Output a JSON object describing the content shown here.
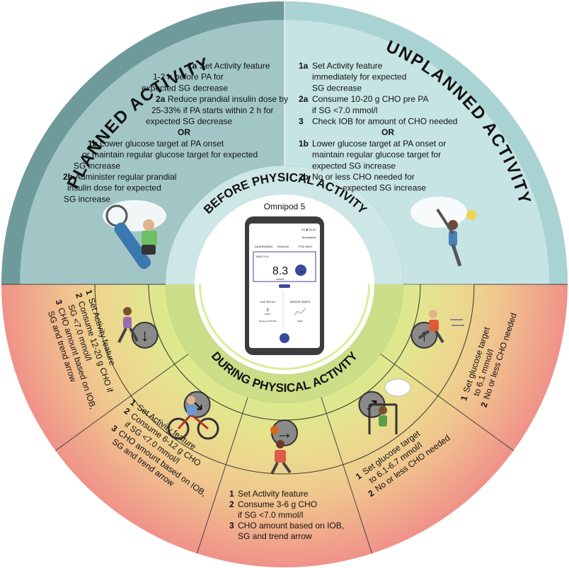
{
  "headers": {
    "planned": "PLANNED ACTIVITY",
    "unplanned": "UNPLANNED ACTIVITY",
    "before": "BEFORE PHYSICAL ACTIVITY",
    "during": "DURING PHYSICAL ACTIVITY"
  },
  "planned_lines": [
    {
      "num": "1a",
      "text": "Set Activity feature",
      "bold": false
    },
    {
      "num": "",
      "text": "1-2 h before PA for",
      "bold": false
    },
    {
      "num": "",
      "text": "expected SG decrease",
      "bold": false
    },
    {
      "num": "2a",
      "text": "Reduce prandial insulin dose by",
      "bold": false
    },
    {
      "num": "",
      "text": "25-33% if PA starts within 2 h for",
      "bold": false
    },
    {
      "num": "",
      "text": "expected SG decrease",
      "bold": false
    },
    {
      "num": "",
      "text": "OR",
      "bold": true
    },
    {
      "num": "1b",
      "text": "Lower glucose target at PA onset",
      "bold": false
    },
    {
      "num": "",
      "text": "or maintain regular glucose target for expected",
      "bold": false
    },
    {
      "num": "",
      "text": "SG increase",
      "bold": false
    },
    {
      "num": "2b",
      "text": "Administer regular prandial",
      "bold": false
    },
    {
      "num": "",
      "text": "insulin dose for expected",
      "bold": false
    },
    {
      "num": "",
      "text": "SG increase",
      "bold": false
    }
  ],
  "unplanned_lines": [
    {
      "num": "1a",
      "text": "Set Activity feature",
      "bold": false
    },
    {
      "num": "",
      "text": "immediately for expected",
      "bold": false
    },
    {
      "num": "",
      "text": "SG decrease",
      "bold": false
    },
    {
      "num": "2a",
      "text": "Consume 10-20 g CHO pre PA",
      "bold": false
    },
    {
      "num": "",
      "text": "if SG <7.0 mmol/l",
      "bold": false
    },
    {
      "num": "3",
      "text": "Check IOB for amount of CHO needed",
      "bold": false
    },
    {
      "num": "",
      "text": "OR",
      "bold": true
    },
    {
      "num": "1b",
      "text": "Lower glucose target at PA onset or",
      "bold": false
    },
    {
      "num": "",
      "text": "maintain regular glucose target for",
      "bold": false
    },
    {
      "num": "",
      "text": "expected SG increase",
      "bold": false
    },
    {
      "num": "2b",
      "text": "No or less CHO needed for",
      "bold": false
    },
    {
      "num": "",
      "text": "expected SG increase",
      "bold": false
    }
  ],
  "during_sectors": [
    {
      "id": "falling-fast",
      "lines": [
        {
          "num": "1",
          "text": "Set Activity feature"
        },
        {
          "num": "2",
          "text": "Consume 12-20 g CHO if"
        },
        {
          "num": "",
          "text": "SG <7.0 mmol/l"
        },
        {
          "num": "3",
          "text": "CHO amount based on IOB,"
        },
        {
          "num": "",
          "text": "SG and trend arrow"
        }
      ]
    },
    {
      "id": "falling",
      "lines": [
        {
          "num": "1",
          "text": "Set Activity feature"
        },
        {
          "num": "2",
          "text": "Consume 6-12 g CHO"
        },
        {
          "num": "",
          "text": "if SG <7.0 mmol/l"
        },
        {
          "num": "3",
          "text": "CHO amount based on IOB,"
        },
        {
          "num": "",
          "text": "SG and trend arrow"
        }
      ]
    },
    {
      "id": "stable",
      "lines": [
        {
          "num": "1",
          "text": "Set Activity feature"
        },
        {
          "num": "2",
          "text": "Consume 3-6 g CHO"
        },
        {
          "num": "",
          "text": "if SG <7.0 mmol/l"
        },
        {
          "num": "3",
          "text": "CHO amount based on IOB,"
        },
        {
          "num": "",
          "text": "SG and trend arrow"
        }
      ]
    },
    {
      "id": "rising",
      "lines": [
        {
          "num": "1",
          "text": "Set glucose target"
        },
        {
          "num": "",
          "text": "to 6.1-6.7 mmol/l"
        },
        {
          "num": "2",
          "text": "No or less CHO needed"
        }
      ]
    },
    {
      "id": "rising-fast",
      "lines": [
        {
          "num": "1",
          "text": "Set glucose target"
        },
        {
          "num": "",
          "text": "to 6.1 mmol/l"
        },
        {
          "num": "2",
          "text": "No or less CHO needed"
        }
      ]
    }
  ],
  "phone": {
    "title": "Omnipod 5",
    "status": "4G ▮ 15:45",
    "automated": "Automated",
    "tabs": [
      "DASHBOARD",
      "INSULIN",
      "POD INFO"
    ],
    "iob": "IOB 2.9 U",
    "glucose": "8.3",
    "glucose_unit": "mmol/L",
    "last_bolus_label": "LAST BOLUS",
    "last_bolus_value": "3",
    "last_bolus_unit": "UNITS",
    "last_bolus_date": "(18 Aug 14:30 PM)",
    "sensor_graph_label": "SENSOR GRAPH",
    "view_label": "VIEW"
  },
  "colors": {
    "outer_top_left": "#6f9a9b",
    "outer_top_right": "#a9d3d3",
    "inner_before": "#cde6e6",
    "dark_ring": "#4a4a4a",
    "arrow_circle": "#8a8a8a",
    "red_zone": "#ef8a8a",
    "green_zone": "#c5e68a",
    "yellow_zone": "#ecef96"
  }
}
